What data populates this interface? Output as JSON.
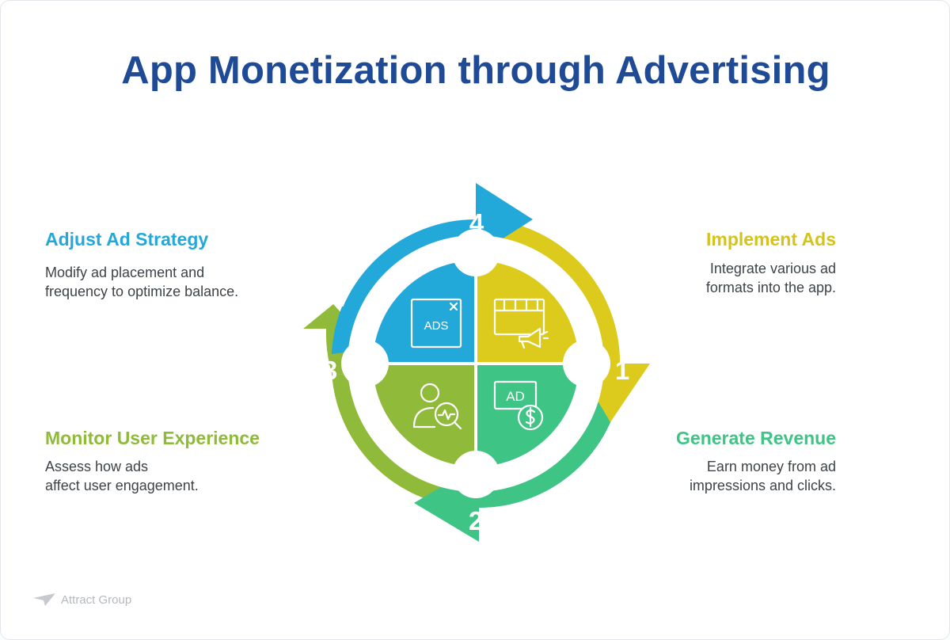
{
  "title": "App Monetization through Advertising",
  "steps": [
    {
      "number": "1",
      "heading": "Implement Ads",
      "description_lines": [
        "Integrate various ad",
        "formats into the app."
      ],
      "color": "#dccb1c",
      "icon": "ad-video-megaphone-icon"
    },
    {
      "number": "2",
      "heading": "Generate Revenue",
      "description_lines": [
        "Earn money from ad",
        "impressions and clicks."
      ],
      "color": "#3ec485",
      "icon": "ad-dollar-icon"
    },
    {
      "number": "3",
      "heading": "Monitor User Experience",
      "description_lines": [
        "Assess how ads",
        "affect user engagement."
      ],
      "color": "#8fba3a",
      "icon": "user-analytics-icon"
    },
    {
      "number": "4",
      "heading": "Adjust Ad Strategy",
      "description_lines": [
        "Modify ad placement and",
        "frequency to optimize balance."
      ],
      "color": "#23a8da",
      "icon": "ads-window-icon"
    }
  ],
  "icon_labels": {
    "ads_window": "ADS",
    "ad_dollar": "AD"
  },
  "brand": "Attract Group",
  "colors": {
    "title": "#1f4a96",
    "text": "#3d4348",
    "brand": "#b5b9bf"
  }
}
